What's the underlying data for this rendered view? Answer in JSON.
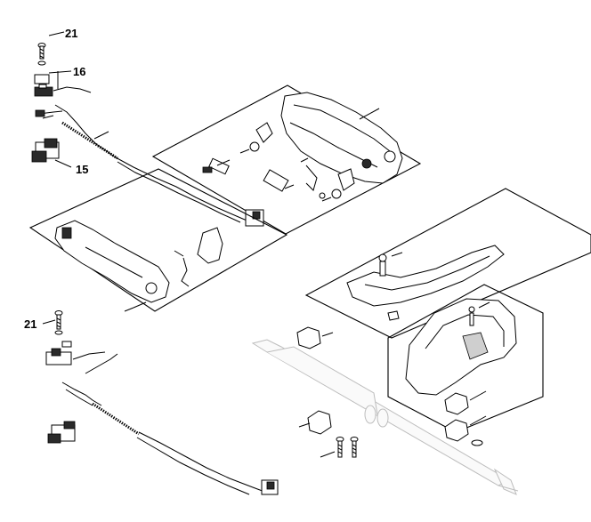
{
  "diagram": {
    "callouts": [
      {
        "id": "c21-top",
        "text": "21"
      },
      {
        "id": "c16",
        "text": "16"
      },
      {
        "id": "c15",
        "text": "15"
      },
      {
        "id": "c21-bottom",
        "text": "21"
      }
    ]
  }
}
